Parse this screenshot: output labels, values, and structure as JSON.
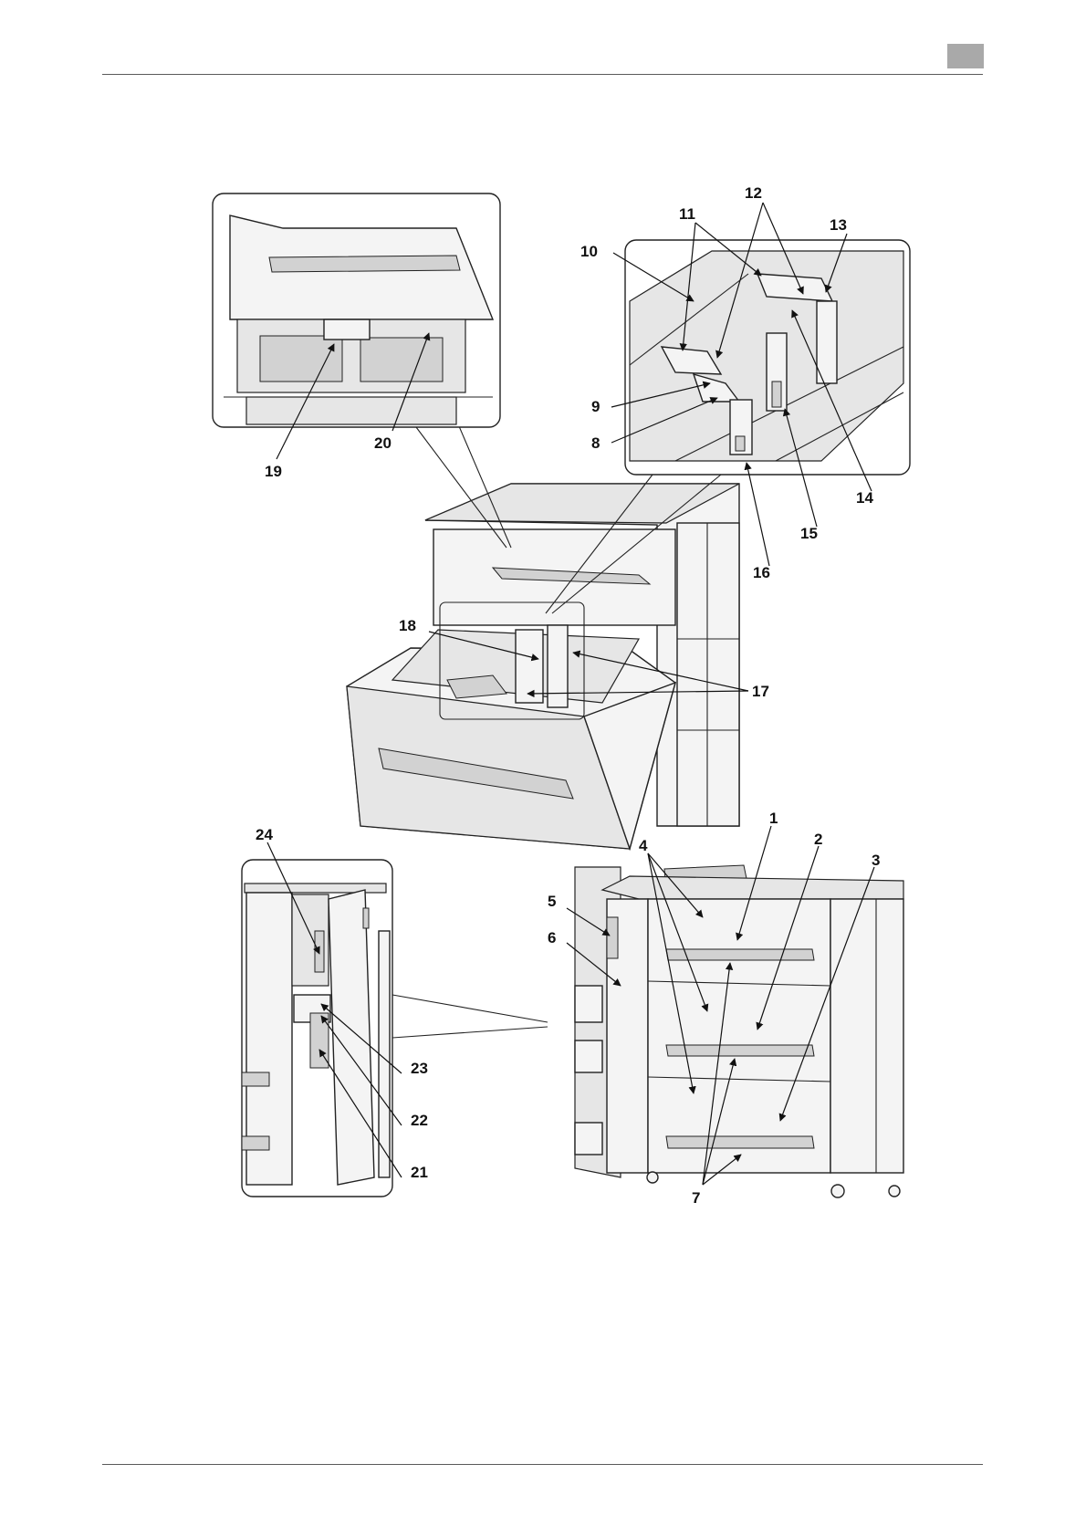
{
  "figure": {
    "callouts": [
      "1",
      "2",
      "3",
      "4",
      "5",
      "6",
      "7",
      "8",
      "9",
      "10",
      "11",
      "12",
      "13",
      "14",
      "15",
      "16",
      "17",
      "18",
      "19",
      "20",
      "21",
      "22",
      "23",
      "24"
    ]
  },
  "colors": {
    "header_rule": "#5a5a5a",
    "chapter_tab": "#a9a9a9",
    "line_art": "#222222"
  }
}
